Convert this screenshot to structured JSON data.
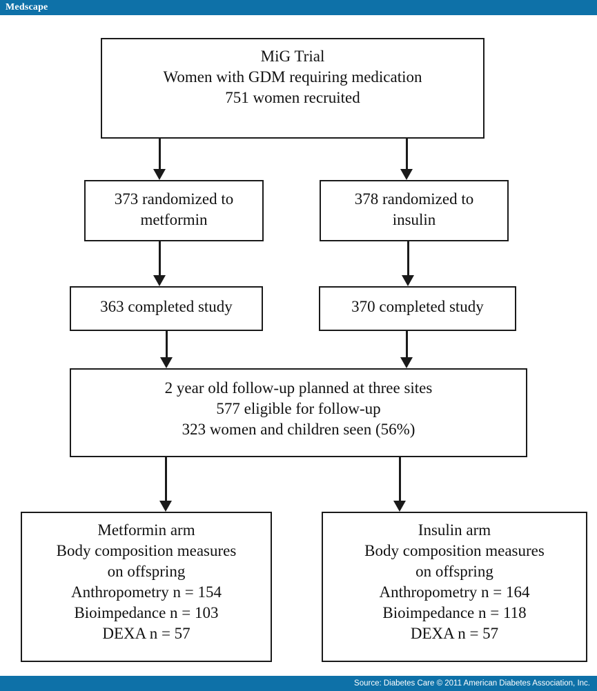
{
  "header": {
    "brand": "Medscape"
  },
  "footer": {
    "source": "Source: Diabetes Care © 2011 American Diabetes Association, Inc."
  },
  "colors": {
    "bar_blue": "#0E71A8",
    "bar_text": "#FFFFFF",
    "box_border": "#1A1A1A",
    "box_fill": "#FFFFFF",
    "text": "#111111"
  },
  "chart_data": {
    "type": "diagram",
    "title": "MiG Trial CONSORT-style flow diagram",
    "nodes": [
      {
        "id": "enrollment",
        "lines": [
          "MiG Trial",
          "Women with GDM requiring medication",
          "751 women recruited"
        ]
      },
      {
        "id": "randomized-metformin",
        "lines": [
          "373 randomized to",
          "metformin"
        ]
      },
      {
        "id": "randomized-insulin",
        "lines": [
          "378 randomized to",
          "insulin"
        ]
      },
      {
        "id": "completed-metformin",
        "lines": [
          "363 completed study"
        ]
      },
      {
        "id": "completed-insulin",
        "lines": [
          "370 completed study"
        ]
      },
      {
        "id": "followup",
        "lines": [
          "2 year old follow-up planned at three sites",
          "577 eligible for follow-up",
          "323 women and children seen (56%)"
        ]
      },
      {
        "id": "arm-metformin",
        "lines": [
          "Metformin arm",
          "Body composition measures",
          "on offspring",
          "Anthropometry n = 154",
          "Bioimpedance n = 103",
          "DEXA n = 57"
        ]
      },
      {
        "id": "arm-insulin",
        "lines": [
          "Insulin arm",
          "Body composition measures",
          "on offspring",
          "Anthropometry n = 164",
          "Bioimpedance n = 118",
          "DEXA n = 57"
        ]
      }
    ],
    "edges": [
      {
        "from": "enrollment",
        "to": "randomized-metformin"
      },
      {
        "from": "enrollment",
        "to": "randomized-insulin"
      },
      {
        "from": "randomized-metformin",
        "to": "completed-metformin"
      },
      {
        "from": "randomized-insulin",
        "to": "completed-insulin"
      },
      {
        "from": "completed-metformin",
        "to": "followup"
      },
      {
        "from": "completed-insulin",
        "to": "followup"
      },
      {
        "from": "followup",
        "to": "arm-metformin"
      },
      {
        "from": "followup",
        "to": "arm-insulin"
      }
    ],
    "values": {
      "recruited": 751,
      "randomized_metformin": 373,
      "randomized_insulin": 378,
      "completed_metformin": 363,
      "completed_insulin": 370,
      "eligible_followup": 577,
      "seen_followup": 323,
      "seen_followup_percent": 56,
      "metformin_anthropometry": 154,
      "metformin_bioimpedance": 103,
      "metformin_dexa": 57,
      "insulin_anthropometry": 164,
      "insulin_bioimpedance": 118,
      "insulin_dexa": 57
    }
  }
}
